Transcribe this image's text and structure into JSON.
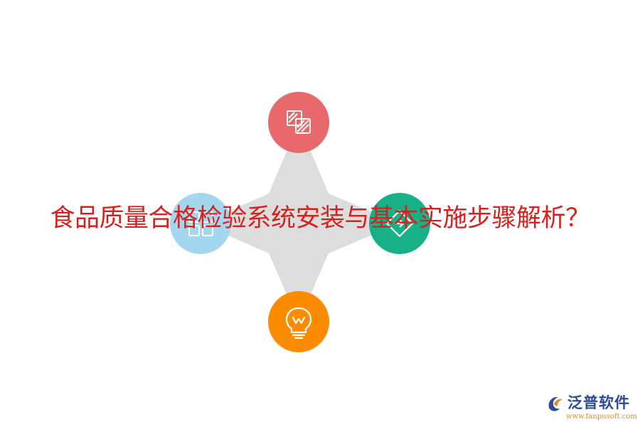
{
  "headline": "食品质量合格检验系统安装与基本实施步骤解析？",
  "diagram": {
    "nodes": [
      {
        "name": "top-node",
        "color": "#e8696b",
        "icon": "overlap-squares-icon"
      },
      {
        "name": "left-node",
        "color": "#a3d6ef",
        "icon": "grid-icon"
      },
      {
        "name": "right-node",
        "color": "#17b188",
        "icon": "diamond-arrow-icon"
      },
      {
        "name": "bottom-node",
        "color": "#fb8c00",
        "icon": "lightbulb-icon"
      }
    ],
    "star_color": "#dddddd"
  },
  "brand": {
    "name": "泛普软件",
    "url": "www.fanpusoft.com"
  }
}
